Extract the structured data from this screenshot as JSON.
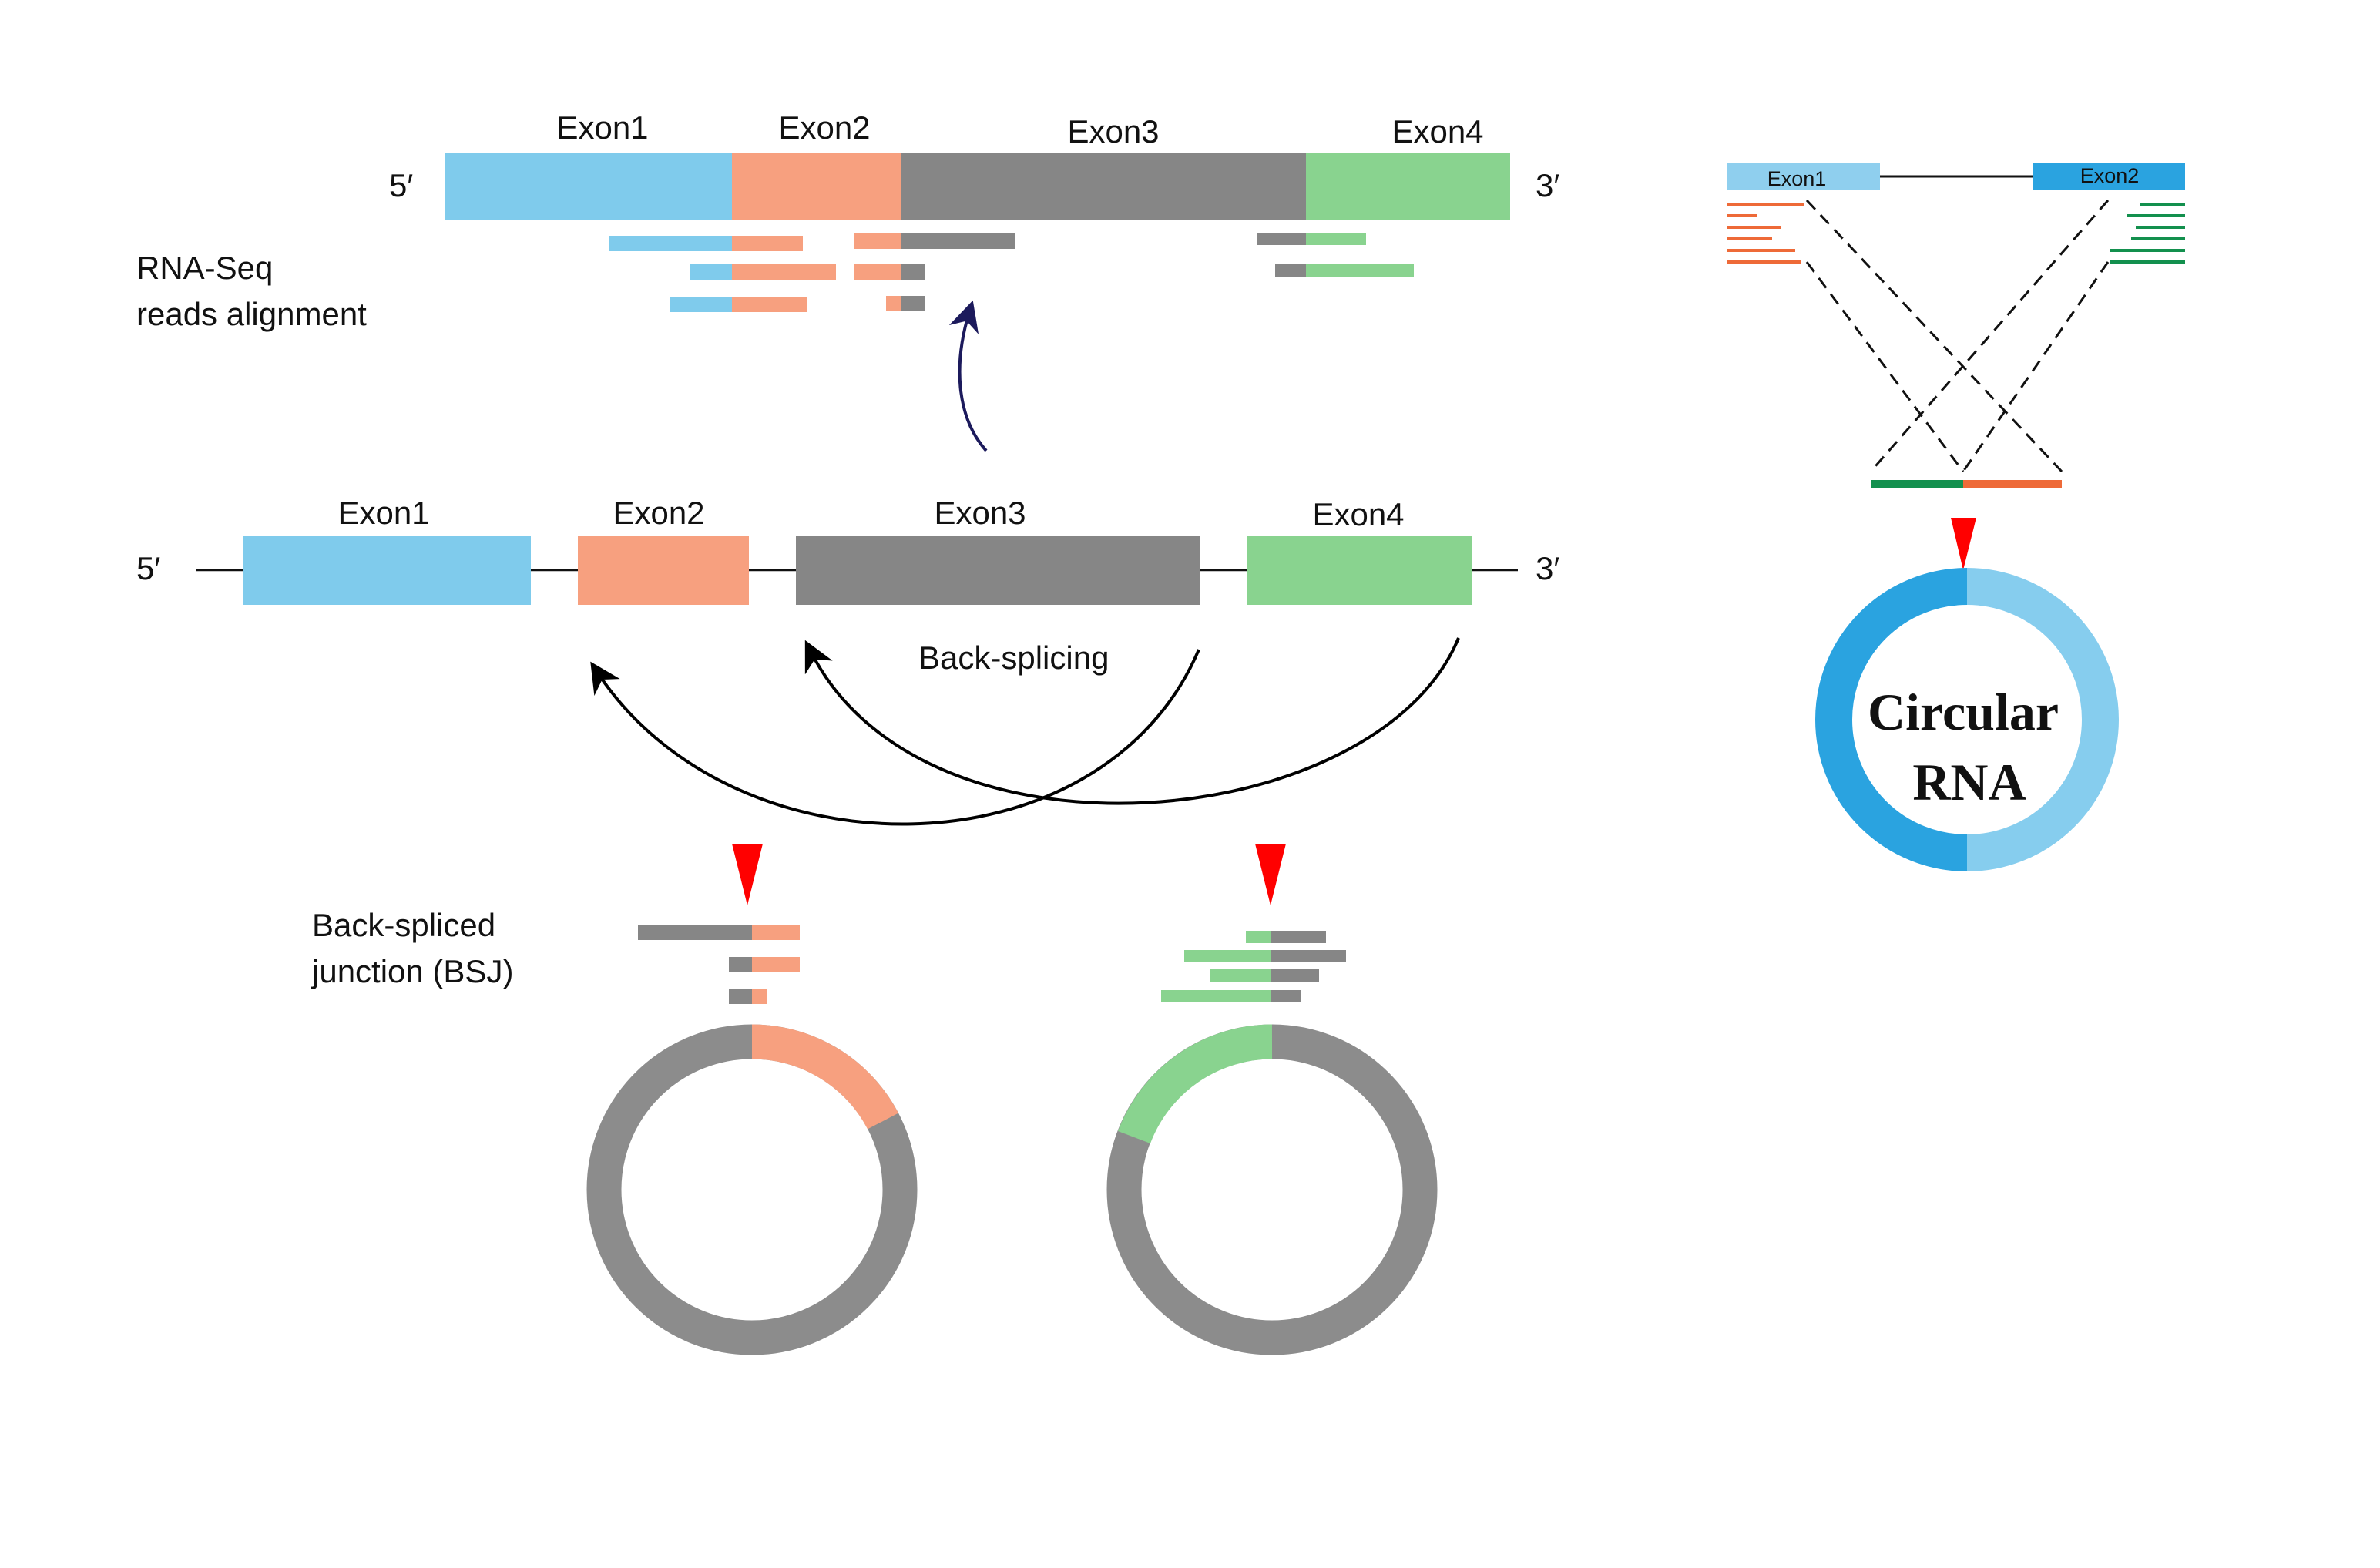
{
  "colors": {
    "exon1": "#7fcbec",
    "exon2": "#f7a07f",
    "exon3": "#868686",
    "exon4": "#89d38f",
    "ring_gray": "#8c8c8c",
    "marker_red": "#ff0000",
    "arrow_navy": "#1c1a5c",
    "right_exon1": "#8fcfee",
    "right_exon2": "#2aa3e0",
    "right_orange": "#ee6a38",
    "right_green": "#13904e",
    "circ_dark": "#2aa3e0",
    "circ_light": "#86cdee"
  },
  "top_gene": {
    "five_prime": "5′",
    "three_prime": "3′",
    "exons": [
      "Exon1",
      "Exon2",
      "Exon3",
      "Exon4"
    ]
  },
  "reads_label": [
    "RNA-Seq",
    "reads alignment"
  ],
  "middle_gene": {
    "five_prime": "5′",
    "three_prime": "3′",
    "exons": [
      "Exon1",
      "Exon2",
      "Exon3",
      "Exon4"
    ],
    "back_splicing": "Back-splicing"
  },
  "bsj_label": [
    "Back-spliced",
    "junction (BSJ)"
  ],
  "right_panel": {
    "exon1": "Exon1",
    "exon2": "Exon2",
    "circular_rna": [
      "Circular",
      "RNA"
    ]
  }
}
